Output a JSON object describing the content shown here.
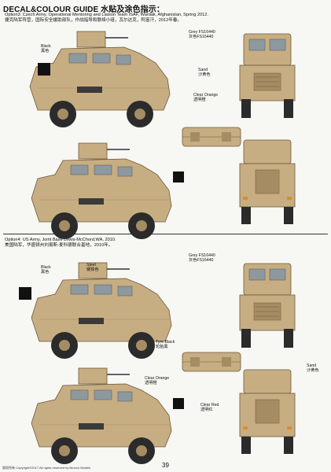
{
  "header": {
    "title": "DECAL&COLOUR GUIDE 水贴及涂色指示："
  },
  "option3": {
    "caption_en": "Option3: Czech Army, Operational Mentoring and Liaison Team ISAF, Wardak, Afghanistan, Spring 2012.",
    "caption_cn": "捷克陆军阵营，国际安全援助部队，作战指导和联络小组，瓦尔达克，阿富汗，2012年春。",
    "labels": {
      "black": "Black",
      "black_cn": "黑色",
      "grey": "Grey FS16440",
      "grey_cn": "灰色FS16440",
      "sand": "Sand",
      "sand_cn": "沙黄色",
      "clear_orange": "Clear Orange",
      "clear_orange_cn": "透明橙"
    }
  },
  "option4": {
    "caption_en": "Option4: US Army, Joint Base Lewis-McChord,WA, 2010.",
    "caption_cn": "美国陆军，华盛顿州刘易斯-麦科德联合基地，2010年。",
    "labels": {
      "black": "Black",
      "black_cn": "黑色",
      "steel": "Steel",
      "steel_cn": "钢铁色",
      "grey": "Grey FS16440",
      "grey_cn": "灰色FS16440",
      "tyre_black": "Tyre Black",
      "tyre_black_cn": "轮胎黑",
      "clear_orange": "Clear Orange",
      "clear_orange_cn": "透明橙",
      "sand": "Sand",
      "sand_cn": "沙黄色",
      "clear_red": "Clear Red",
      "clear_red_cn": "透明红"
    }
  },
  "page_number": "39",
  "footer": "版权所有 Copyright©2017 All rights reserved by Bronco Models",
  "colors": {
    "sand": "#c7ad82",
    "sand_dark": "#a58c63",
    "tyre": "#2b2b2b",
    "page": "#f7f7f4"
  }
}
